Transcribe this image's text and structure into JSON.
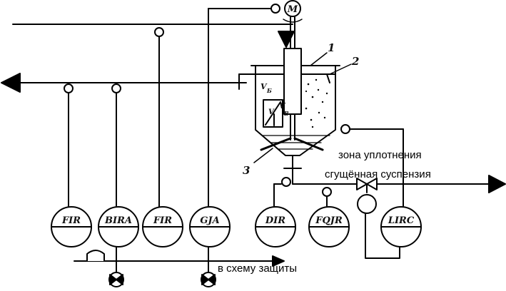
{
  "labels": {
    "zone": "зона уплотнения",
    "suspension": "сгущённая суспензия",
    "protection": "в схему защиты",
    "motor": "M",
    "callout_1": "1",
    "callout_2": "2",
    "callout_3": "3",
    "v_upper": "V",
    "v_upper_sub": "Б",
    "v_mid": "V",
    "v_lower": "V",
    "v_lower_sub": "В"
  },
  "instruments": [
    {
      "tag": "FIR"
    },
    {
      "tag": "BIRA"
    },
    {
      "tag": "FIR"
    },
    {
      "tag": "GJA"
    },
    {
      "tag": "DIR"
    },
    {
      "tag": "FQJR"
    },
    {
      "tag": "LIRC"
    }
  ]
}
